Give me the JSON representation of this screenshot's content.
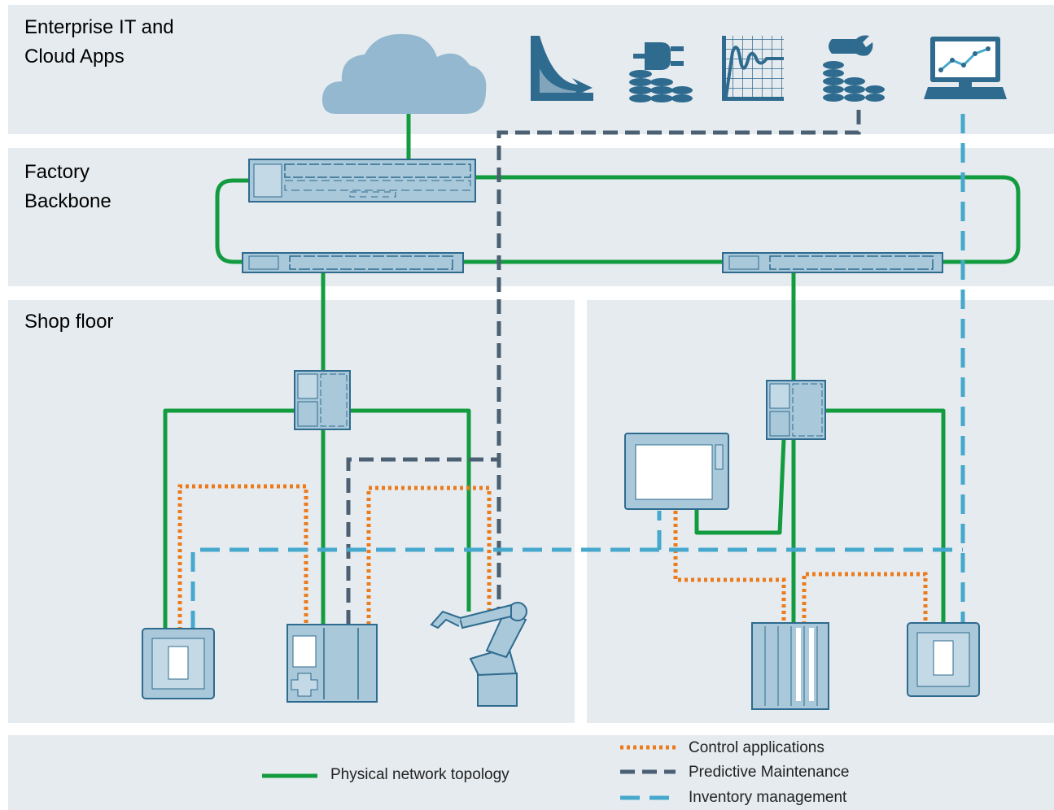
{
  "zones": {
    "enterprise": "Enterprise IT and\nCloud Apps",
    "backbone": "Factory\nBackbone",
    "shopfloor": "Shop floor"
  },
  "legend": {
    "physical": "Physical network topology",
    "control": "Control applications",
    "predictive": "Predictive Maintenance",
    "inventory": "Inventory management"
  },
  "colors": {
    "zone_bg": "#e6ebef",
    "physical": "#129c3f",
    "control": "#ec7b1c",
    "predictive": "#4b6073",
    "inventory": "#45a8cc",
    "icon": "#2e6b8f",
    "device": "#a9c8d9"
  },
  "icons": [
    "cloud-icon",
    "decline-curve-icon",
    "energy-cost-icon",
    "oscillation-chart-icon",
    "maintenance-cost-icon",
    "laptop-trend-icon"
  ]
}
